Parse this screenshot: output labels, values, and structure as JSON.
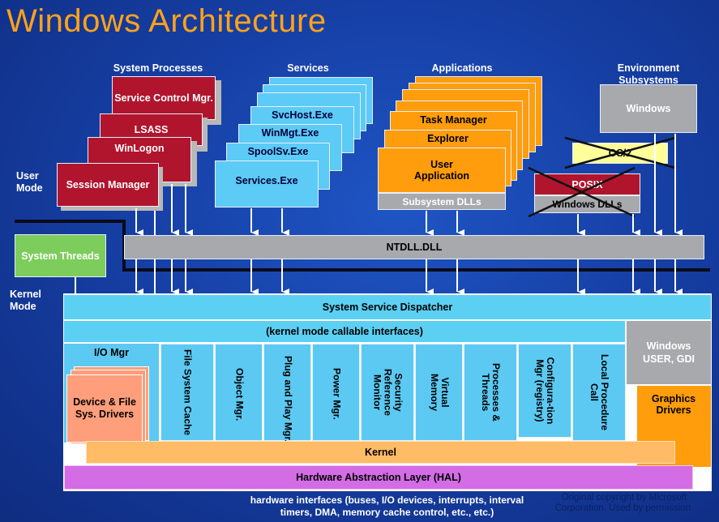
{
  "title": "Windows Architecture",
  "headers": {
    "system_processes": "System Processes",
    "services": "Services",
    "applications": "Applications",
    "environment_subsystems": "Environment Subsystems"
  },
  "modes": {
    "user": "User Mode",
    "kernel": "Kernel Mode"
  },
  "system_processes": [
    "Service Control Mgr.",
    "LSASS",
    "WinLogon",
    "Session Manager"
  ],
  "services": [
    "SvcHost.Exe",
    "WinMgt.Exe",
    "SpoolSv.Exe",
    "Services.Exe"
  ],
  "applications": [
    "Task Manager",
    "Explorer",
    "User Application"
  ],
  "subsystem_dlls": "Subsystem DLLs",
  "environment": {
    "windows": "Windows",
    "os2": "OS/2",
    "posix": "POSIX",
    "windows_dlls": "Windows DLLs"
  },
  "system_threads": "System Threads",
  "ntdll": "NTDLL.DLL",
  "kernel": {
    "dispatcher": "System Service Dispatcher",
    "callable": "(kernel mode callable interfaces)",
    "win_user_gdi": "Windows USER, GDI",
    "io_mgr": "I/O Mgr",
    "device_drivers": "Device & File Sys. Drivers",
    "graphics_drivers": "Graphics Drivers",
    "components": [
      "File System Cache",
      "Object Mgr.",
      "Plug and Play Mgr.",
      "Power Mgr.",
      "Security Reference Monitor",
      "Virtual Memory",
      "Processes & Threads",
      "Configura-tion Mgr (registry)",
      "Local Procedure Call"
    ],
    "kernel": "Kernel",
    "hal": "Hardware Abstraction Layer (HAL)"
  },
  "footer": "hardware interfaces (buses, I/O devices, interrupts, interval timers, DMA, memory cache control, etc., etc.)",
  "copyright": "Original copyright by Microsoft Corporation. Used by permission."
}
